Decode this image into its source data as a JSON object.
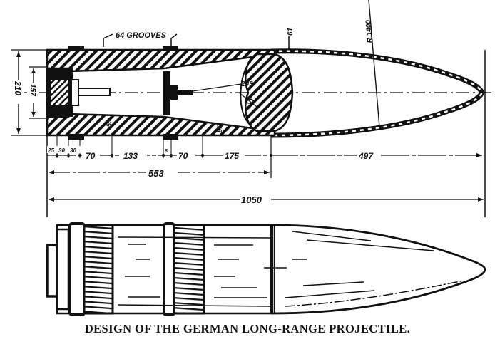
{
  "caption": "DESIGN OF THE GERMAN LONG-RANGE PROJECTILE.",
  "section_view": {
    "callouts": {
      "grooves": "64 GROOVES",
      "nose_radius": "R.1400",
      "shell_thickness": "61",
      "inner_radius": "203",
      "wall_left": "55",
      "wall_right": "55"
    },
    "vertical_dimensions": {
      "outer_diameter": "210",
      "inner_diameter": "157"
    },
    "horizontal_dimensions": {
      "row1": [
        "25",
        "30",
        "30",
        "70",
        "133",
        "8",
        "70",
        "175",
        "497"
      ],
      "row2": "553",
      "row3": "1050"
    }
  },
  "colors": {
    "ink": "#111111",
    "paper": "#ffffff"
  }
}
